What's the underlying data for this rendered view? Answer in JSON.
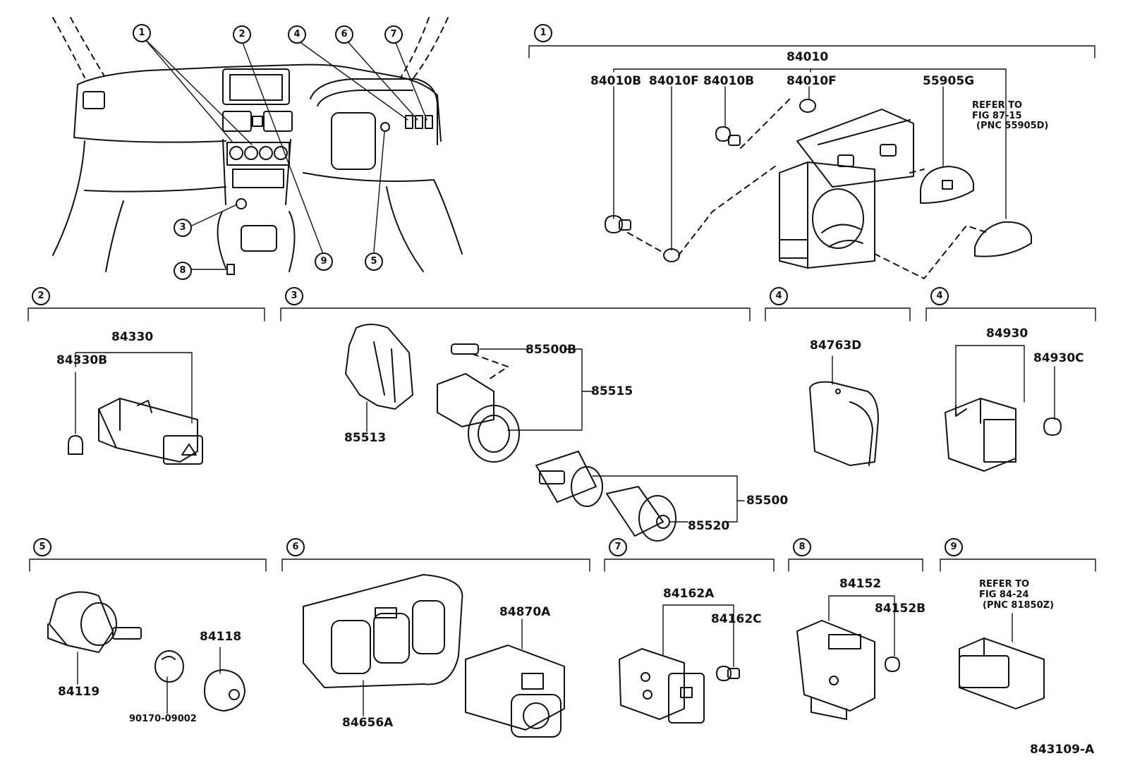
{
  "overview_callouts": [
    "1",
    "2",
    "4",
    "6",
    "7",
    "3",
    "8",
    "9",
    "5"
  ],
  "sections": {
    "s1": {
      "num": "1",
      "parts": {
        "assembly": "84010",
        "b1": "84010B",
        "f1": "84010F",
        "b2": "84010B",
        "f2": "84010F",
        "knob": "55905G",
        "refer": [
          "REFER TO",
          "FIG 87-15",
          "(PNC 55905D)"
        ]
      }
    },
    "s2": {
      "num": "2",
      "parts": {
        "assembly": "84330",
        "bulb": "84330B"
      }
    },
    "s3": {
      "num": "3",
      "parts": {
        "holder": "85513",
        "bulb": "85500B",
        "socket": "85515",
        "lighter": "85500",
        "plug": "85520"
      }
    },
    "s4a": {
      "num": "4",
      "parts": {
        "cover": "84763D"
      }
    },
    "s4b": {
      "num": "4",
      "parts": {
        "assembly": "84930",
        "bulb": "84930C"
      }
    },
    "s5": {
      "num": "5",
      "parts": {
        "switch": "84119",
        "nut": "90170-09002",
        "knob": "84118"
      }
    },
    "s6": {
      "num": "6",
      "parts": {
        "panel": "84656A",
        "mirror": "84870A"
      }
    },
    "s7": {
      "num": "7",
      "parts": {
        "assembly": "84162A",
        "bulb": "84162C"
      }
    },
    "s8": {
      "num": "8",
      "parts": {
        "assembly": "84152",
        "bulb": "84152B"
      }
    },
    "s9": {
      "num": "9",
      "parts": {
        "refer": [
          "REFER TO",
          "FIG 84-24",
          "(PNC 81850Z)"
        ]
      }
    }
  },
  "figure_id": "843109-A"
}
